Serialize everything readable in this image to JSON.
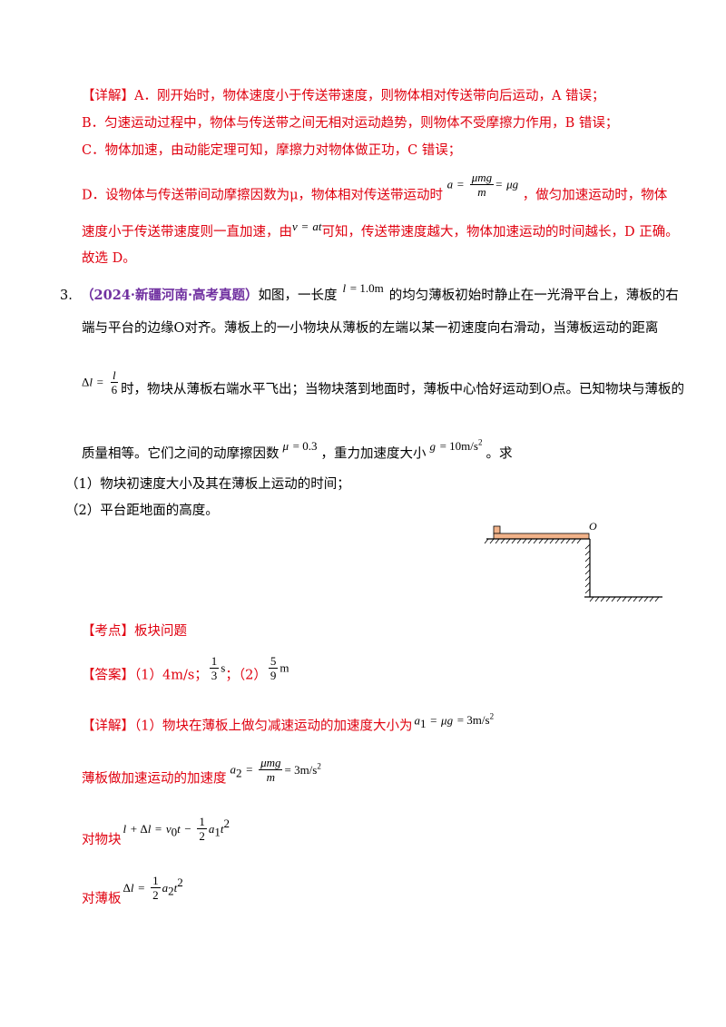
{
  "detail_prev": {
    "tag": "【详解】",
    "a_line": "A．刚开始时，物体速度小于传送带速度，则物体相对传送带向后运动，A 错误；",
    "b_line": "B．匀速运动过程中，物体与传送带之间无相对运动趋势，则物体不受摩擦力作用，B 错误；",
    "c_line": "C．物体加速，由动能定理可知，摩擦力对物体做正功，C 错误；",
    "d_line_a": "D．设物体与传送带间动摩擦因数为μ，物体相对传送带运动时",
    "d_line_b": "，做匀加速运动时，物体",
    "d2_a": "速度小于传送带速度则一直加速，由",
    "d2_b": "可知，传送带速度越大，物体加速运动的时间越长，D 正确。",
    "conclusion": "故选 D。"
  },
  "problem": {
    "number": "3.",
    "source": "（2024·新疆河南·高考真题）",
    "l1_a": "如图，一长度",
    "l1_b": "的均匀薄板初始时静止在一光滑平台上，薄板的右",
    "l2": "端与平台的边缘O对齐。薄板上的一小物块从薄板的左端以某一初速度向右滑动，当薄板运动的距离",
    "l3": "时，物块从薄板右端水平飞出；当物块落到地面时，薄板中心恰好运动到O点。已知物块与薄板的",
    "l4_a": "质量相等。它们之间的动摩擦因数",
    "l4_b": "，重力加速度大小",
    "l4_c": "。求",
    "q1": "（1）物块初速度大小及其在薄板上运动的时间；",
    "q2": "（2）平台距地面的高度。",
    "figure_label": "O"
  },
  "kaodian": {
    "tag": "【考点】",
    "text": "板块问题"
  },
  "answer": {
    "tag": "【答案】",
    "p1": "（1）4m/s；",
    "p2": "；（2）"
  },
  "detail": {
    "tag": "【详解】",
    "l1": "（1）物块在薄板上做匀减速运动的加速度大小为",
    "l2": "薄板做加速运动的加速度",
    "l3": "对物块",
    "l4": "对薄板"
  }
}
